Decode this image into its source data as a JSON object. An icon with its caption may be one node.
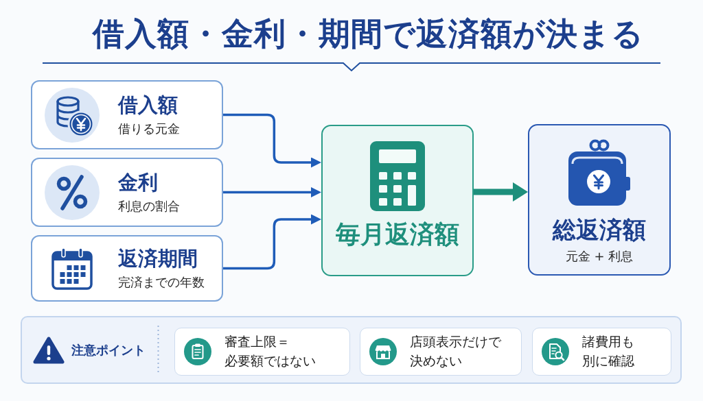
{
  "diagram": {
    "title": "借入額・金利・期間で返済額が決まる",
    "nodes": [
      {
        "text": [
          "借入額",
          "借りる元金"
        ]
      },
      {
        "text": [
          "金利",
          "利息の割合"
        ]
      },
      {
        "text": [
          "返済期間",
          "完済までの年数"
        ]
      },
      {
        "text": [
          "毎月返済額"
        ]
      },
      {
        "text": [
          "総返済額",
          "元金 + 利息"
        ]
      },
      {
        "text": [
          "注意ポイント"
        ]
      },
      {
        "text": [
          "審査上限＝必要額ではない"
        ],
        "in": 5
      },
      {
        "text": [
          "店頭表示だけで決めない"
        ],
        "in": 5
      },
      {
        "text": [
          "諸費用も別に確認"
        ],
        "in": 5
      }
    ],
    "edges": [
      {
        "from": 0,
        "to": 3,
        "arrow": "to"
      },
      {
        "from": 1,
        "to": 3,
        "arrow": "to"
      },
      {
        "from": 2,
        "to": 3,
        "arrow": "to"
      },
      {
        "from": 3,
        "to": 4,
        "arrow": "to",
        "style": "thick",
        "color": "#1e8f7c"
      }
    ]
  }
}
